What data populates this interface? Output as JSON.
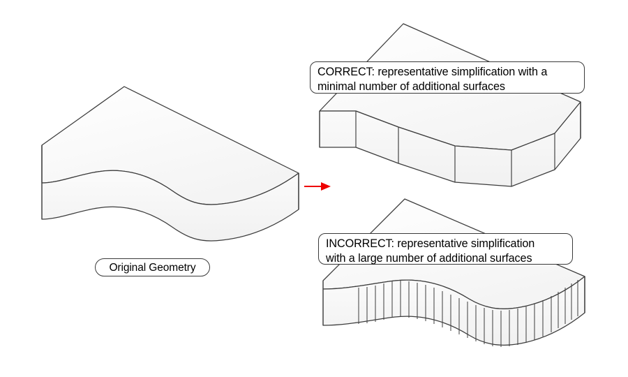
{
  "diagram": {
    "title": "Representative geometry simplification guidance",
    "background_color": "#ffffff",
    "arrow_color": "#ee0000",
    "outline_color": "#404040",
    "face_fill_top": "#fdfdfd",
    "face_fill_front": "#f7f7f7",
    "face_fill_side": "#f4f4f4"
  },
  "labels": {
    "original": "Original Geometry",
    "correct": "CORRECT: representative simplification with a\nminimal number of additional surfaces",
    "incorrect": "INCORRECT: representative simplification\nwith a large number of additional surfaces"
  },
  "solids": [
    {
      "id": "original-geometry",
      "name": "Original Geometry",
      "style": "smooth-curved-front-edge",
      "facet_count": 0
    },
    {
      "id": "correct-geometry",
      "name": "Correct simplification",
      "style": "coarse-faceted-front-edge",
      "facet_count": 6
    },
    {
      "id": "incorrect-geometry",
      "name": "Incorrect simplification",
      "style": "fine-faceted-front-edge",
      "facet_count": 30
    }
  ],
  "arrow": {
    "name": "transformation-arrow",
    "direction": "right",
    "color": "#ee0000"
  }
}
